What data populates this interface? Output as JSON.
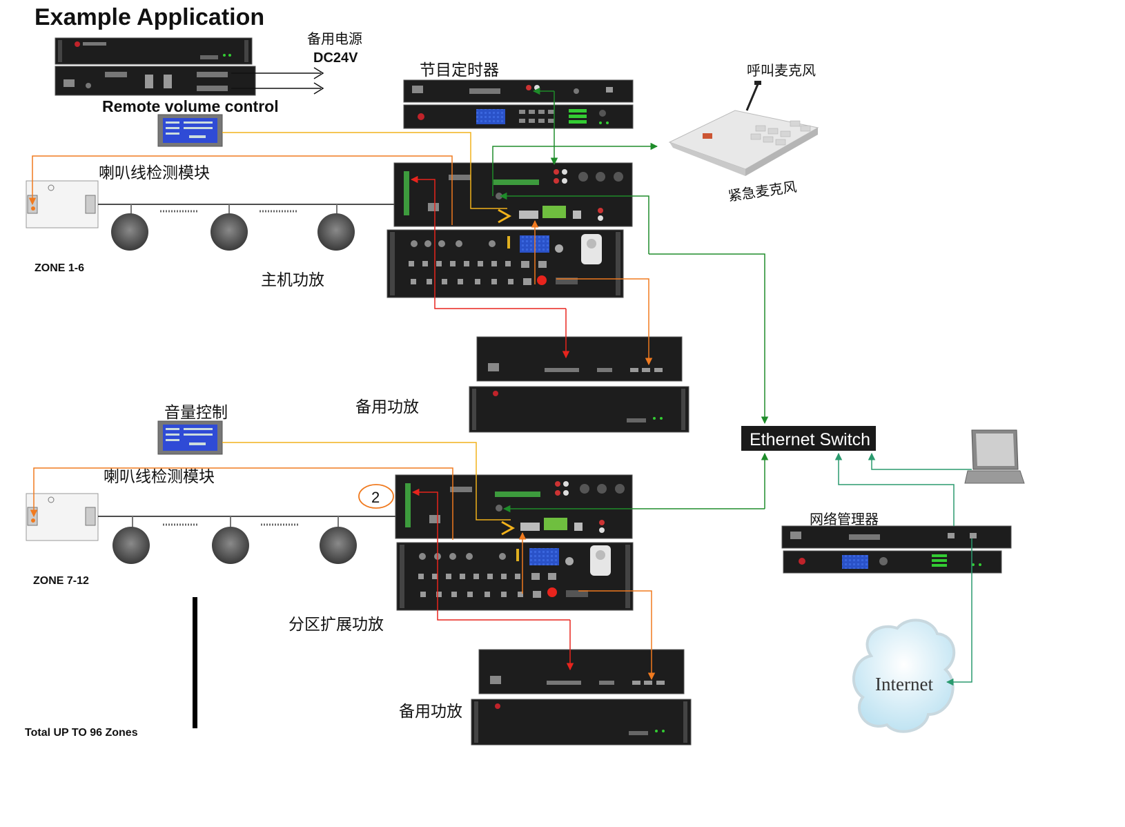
{
  "title": "Example Application",
  "labels": {
    "backup_power": "备用电源",
    "dc24v": "DC24V",
    "remote_volume": "Remote volume control",
    "program_timer": "节目定时器",
    "paging_mic": "呼叫麦克风",
    "emergency_mic": "紧急麦克风",
    "speaker_line_module_1": "喇叭线检测模块",
    "zone_1_6": "ZONE 1-6",
    "main_amp": "主机功放",
    "backup_amp_1": "备用功放",
    "volume_control": "音量控制",
    "speaker_line_module_2": "喇叭线检测模块",
    "marker_2": "2",
    "zone_7_12": "ZONE 7-12",
    "zone_expansion_amp": "分区扩展功放",
    "backup_amp_2": "备用功放",
    "total_zones": "Total UP TO 96 Zones",
    "ethernet_switch": "Ethernet Switch",
    "network_manager": "网络管理器",
    "internet": "Internet"
  },
  "colors": {
    "red": "#e8241d",
    "orange": "#f07a1f",
    "yellow": "#f2b21b",
    "green": "#1e8c2a",
    "teal": "#2a9a6e",
    "rack": "#1d1d1d",
    "rack_light": "#3a3a3a"
  }
}
